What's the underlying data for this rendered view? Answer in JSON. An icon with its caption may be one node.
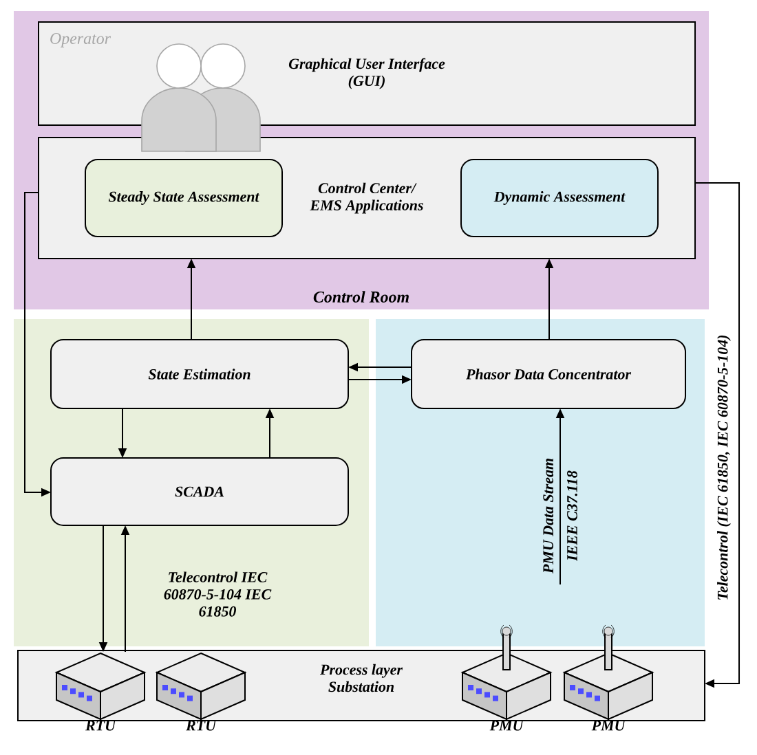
{
  "diagram": {
    "nodes": [
      {
        "text": [
          "Control Room"
        ]
      },
      {
        "text": [
          "Operator",
          "Graphical User Interface (GUI)"
        ],
        "in": 0
      },
      {
        "text": [
          "Control Center/ EMS Applications"
        ],
        "in": 0
      },
      {
        "text": [
          "Steady State Assessment"
        ],
        "in": 2
      },
      {
        "text": [
          "Dynamic Assessment"
        ],
        "in": 2
      },
      {
        "text": [],
        "shape": "box"
      },
      {
        "text": [],
        "shape": "box"
      },
      {
        "text": [
          "State Estimation"
        ],
        "in": 5
      },
      {
        "text": [
          "SCADA"
        ],
        "in": 5
      },
      {
        "text": [
          "Phasor Data Concentrator"
        ],
        "in": 6
      },
      {
        "text": [
          "Process layer Substation"
        ]
      },
      {
        "text": [],
        "shape": "picture",
        "beside": [
          "RTU"
        ],
        "in": 10
      },
      {
        "text": [],
        "shape": "picture",
        "beside": [
          "RTU"
        ],
        "in": 10
      },
      {
        "text": [],
        "shape": "picture",
        "beside": [
          "PMU"
        ]
      },
      {
        "text": [],
        "shape": "picture",
        "beside": [
          "PMU"
        ]
      }
    ],
    "edges": [
      {
        "from": 7,
        "to": 2,
        "arrow": "to"
      },
      {
        "from": 9,
        "to": 2,
        "arrow": "to"
      },
      {
        "from": 9,
        "to": 7,
        "arrow": "to"
      },
      {
        "from": 7,
        "to": 9,
        "arrow": "to"
      },
      {
        "from": 7,
        "to": 8,
        "arrow": "to"
      },
      {
        "from": 8,
        "to": 7,
        "arrow": "to"
      },
      {
        "from": 8,
        "to": 11,
        "arrow": "to"
      },
      {
        "from": 11,
        "to": 8,
        "arrow": "to",
        "label": "Telecontrol IEC 60870-5-104 IEC 61850"
      },
      {
        "from": null,
        "to": 9,
        "arrow": "to",
        "label": "PMU Data Stream"
      },
      {
        "from": 2,
        "to": 10,
        "arrow": "to",
        "label": "Telecontrol (IEC 61850, IEC 60870-5-104)"
      },
      {
        "from": 2,
        "to": 8,
        "arrow": "to"
      }
    ],
    "labels": [
      "IEEE C37.118"
    ]
  }
}
